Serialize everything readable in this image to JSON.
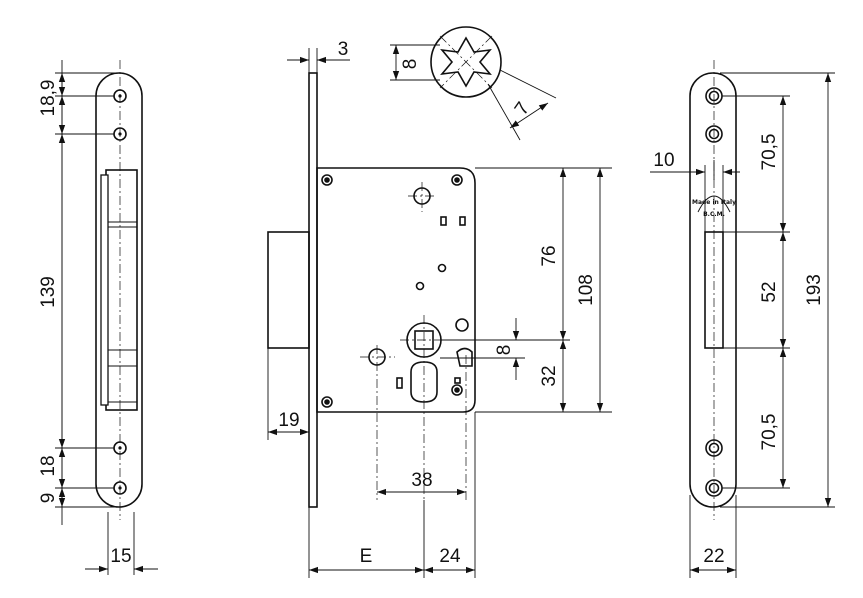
{
  "drawing": {
    "faceplate_left": {
      "dim_top_offset": "18,9",
      "dim_hole_spacing": "139",
      "dim_lower_spacing": "18",
      "dim_bottom_offset": "9",
      "dim_width": "15"
    },
    "lock_body": {
      "dim_plate_thickness": "3",
      "dim_spindle_square": "8",
      "dim_spindle_rot": "7",
      "dim_76": "76",
      "dim_108": "108",
      "dim_8": "8",
      "dim_32": "32",
      "dim_19": "19",
      "dim_38": "38",
      "dim_backset": "E",
      "dim_24": "24"
    },
    "faceplate_right": {
      "dim_10": "10",
      "dim_upper": "70,5",
      "dim_latch": "52",
      "dim_lower": "70,5",
      "dim_total": "193",
      "dim_width": "22",
      "stamp_line1": "Made in Italy",
      "stamp_line2": "B.C.M."
    }
  }
}
